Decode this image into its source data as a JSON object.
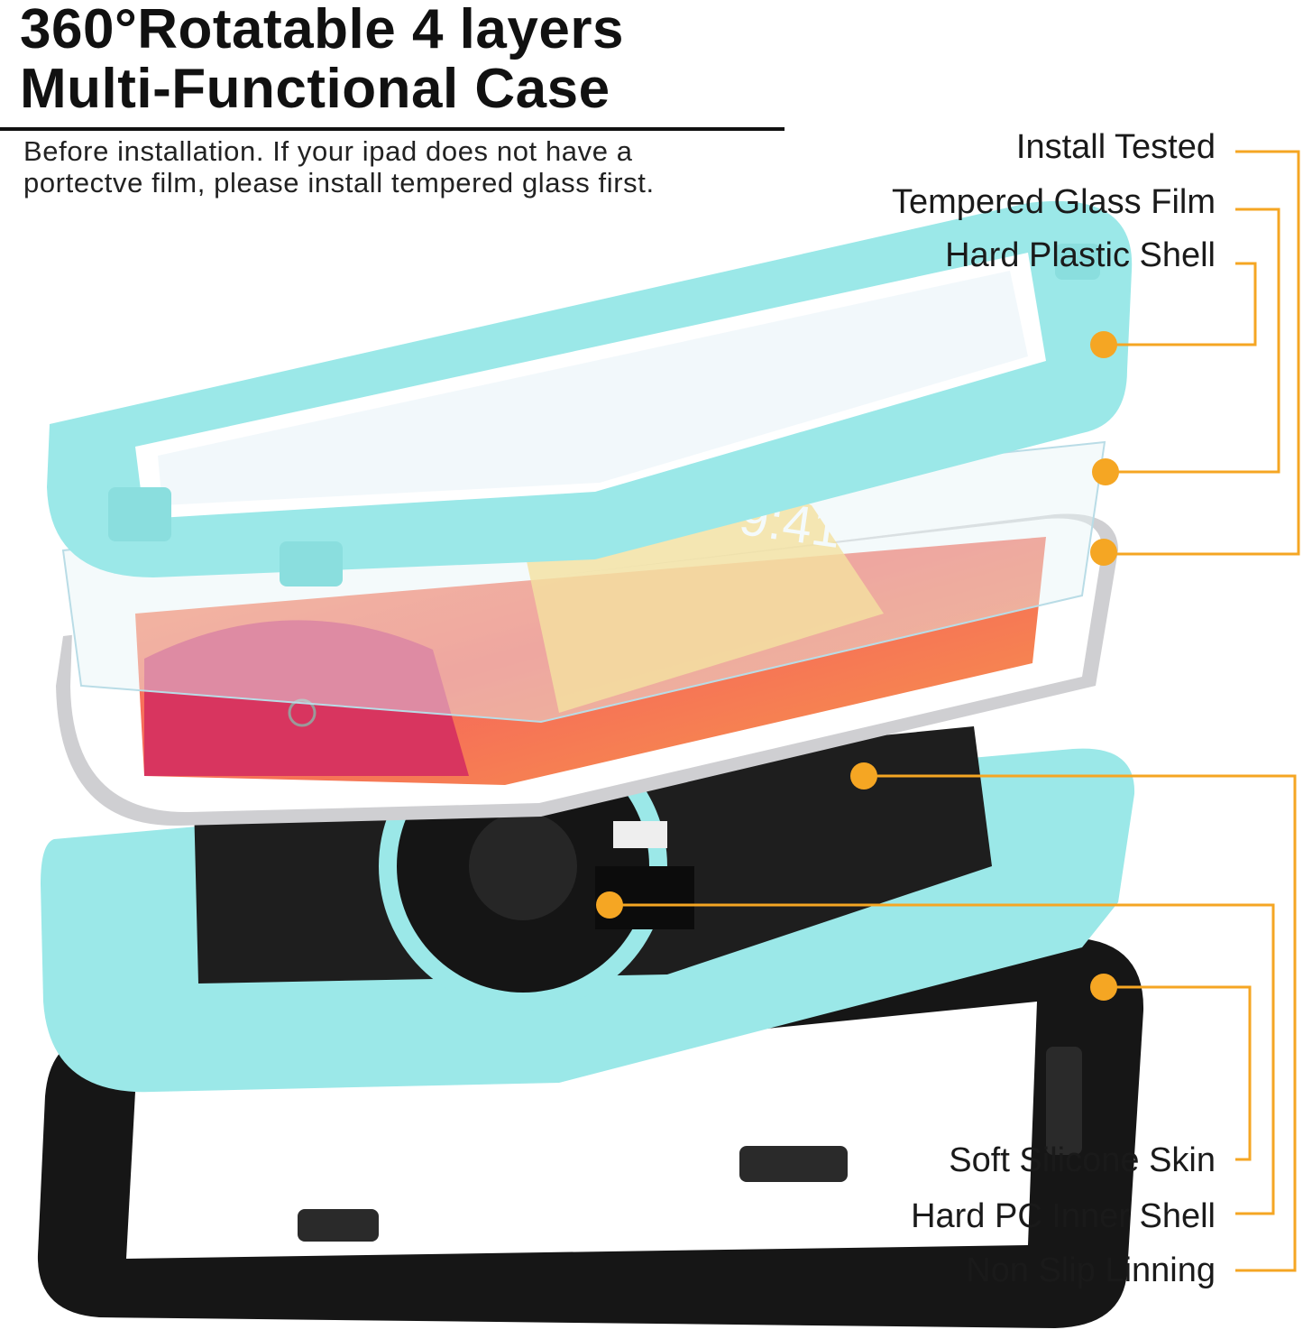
{
  "headline": {
    "line1": "360°Rotatable 4 layers",
    "line2": "Multi-Functional Case"
  },
  "note": {
    "line1": "Before installation. If your ipad does not have a",
    "line2": "portectve film, please install tempered glass first."
  },
  "labels_top": [
    "Install Tested",
    "Tempered Glass Film",
    "Hard Plastic Shell"
  ],
  "labels_bottom": [
    "Soft Silicone Skin",
    "Hard PC Inner Shell",
    "Non Slip Linning"
  ],
  "screen": {
    "time": "9:41"
  },
  "colors": {
    "accent_orange": "#f5a623",
    "shell_aqua": "#9be8e8",
    "silicone_black": "#161616"
  }
}
